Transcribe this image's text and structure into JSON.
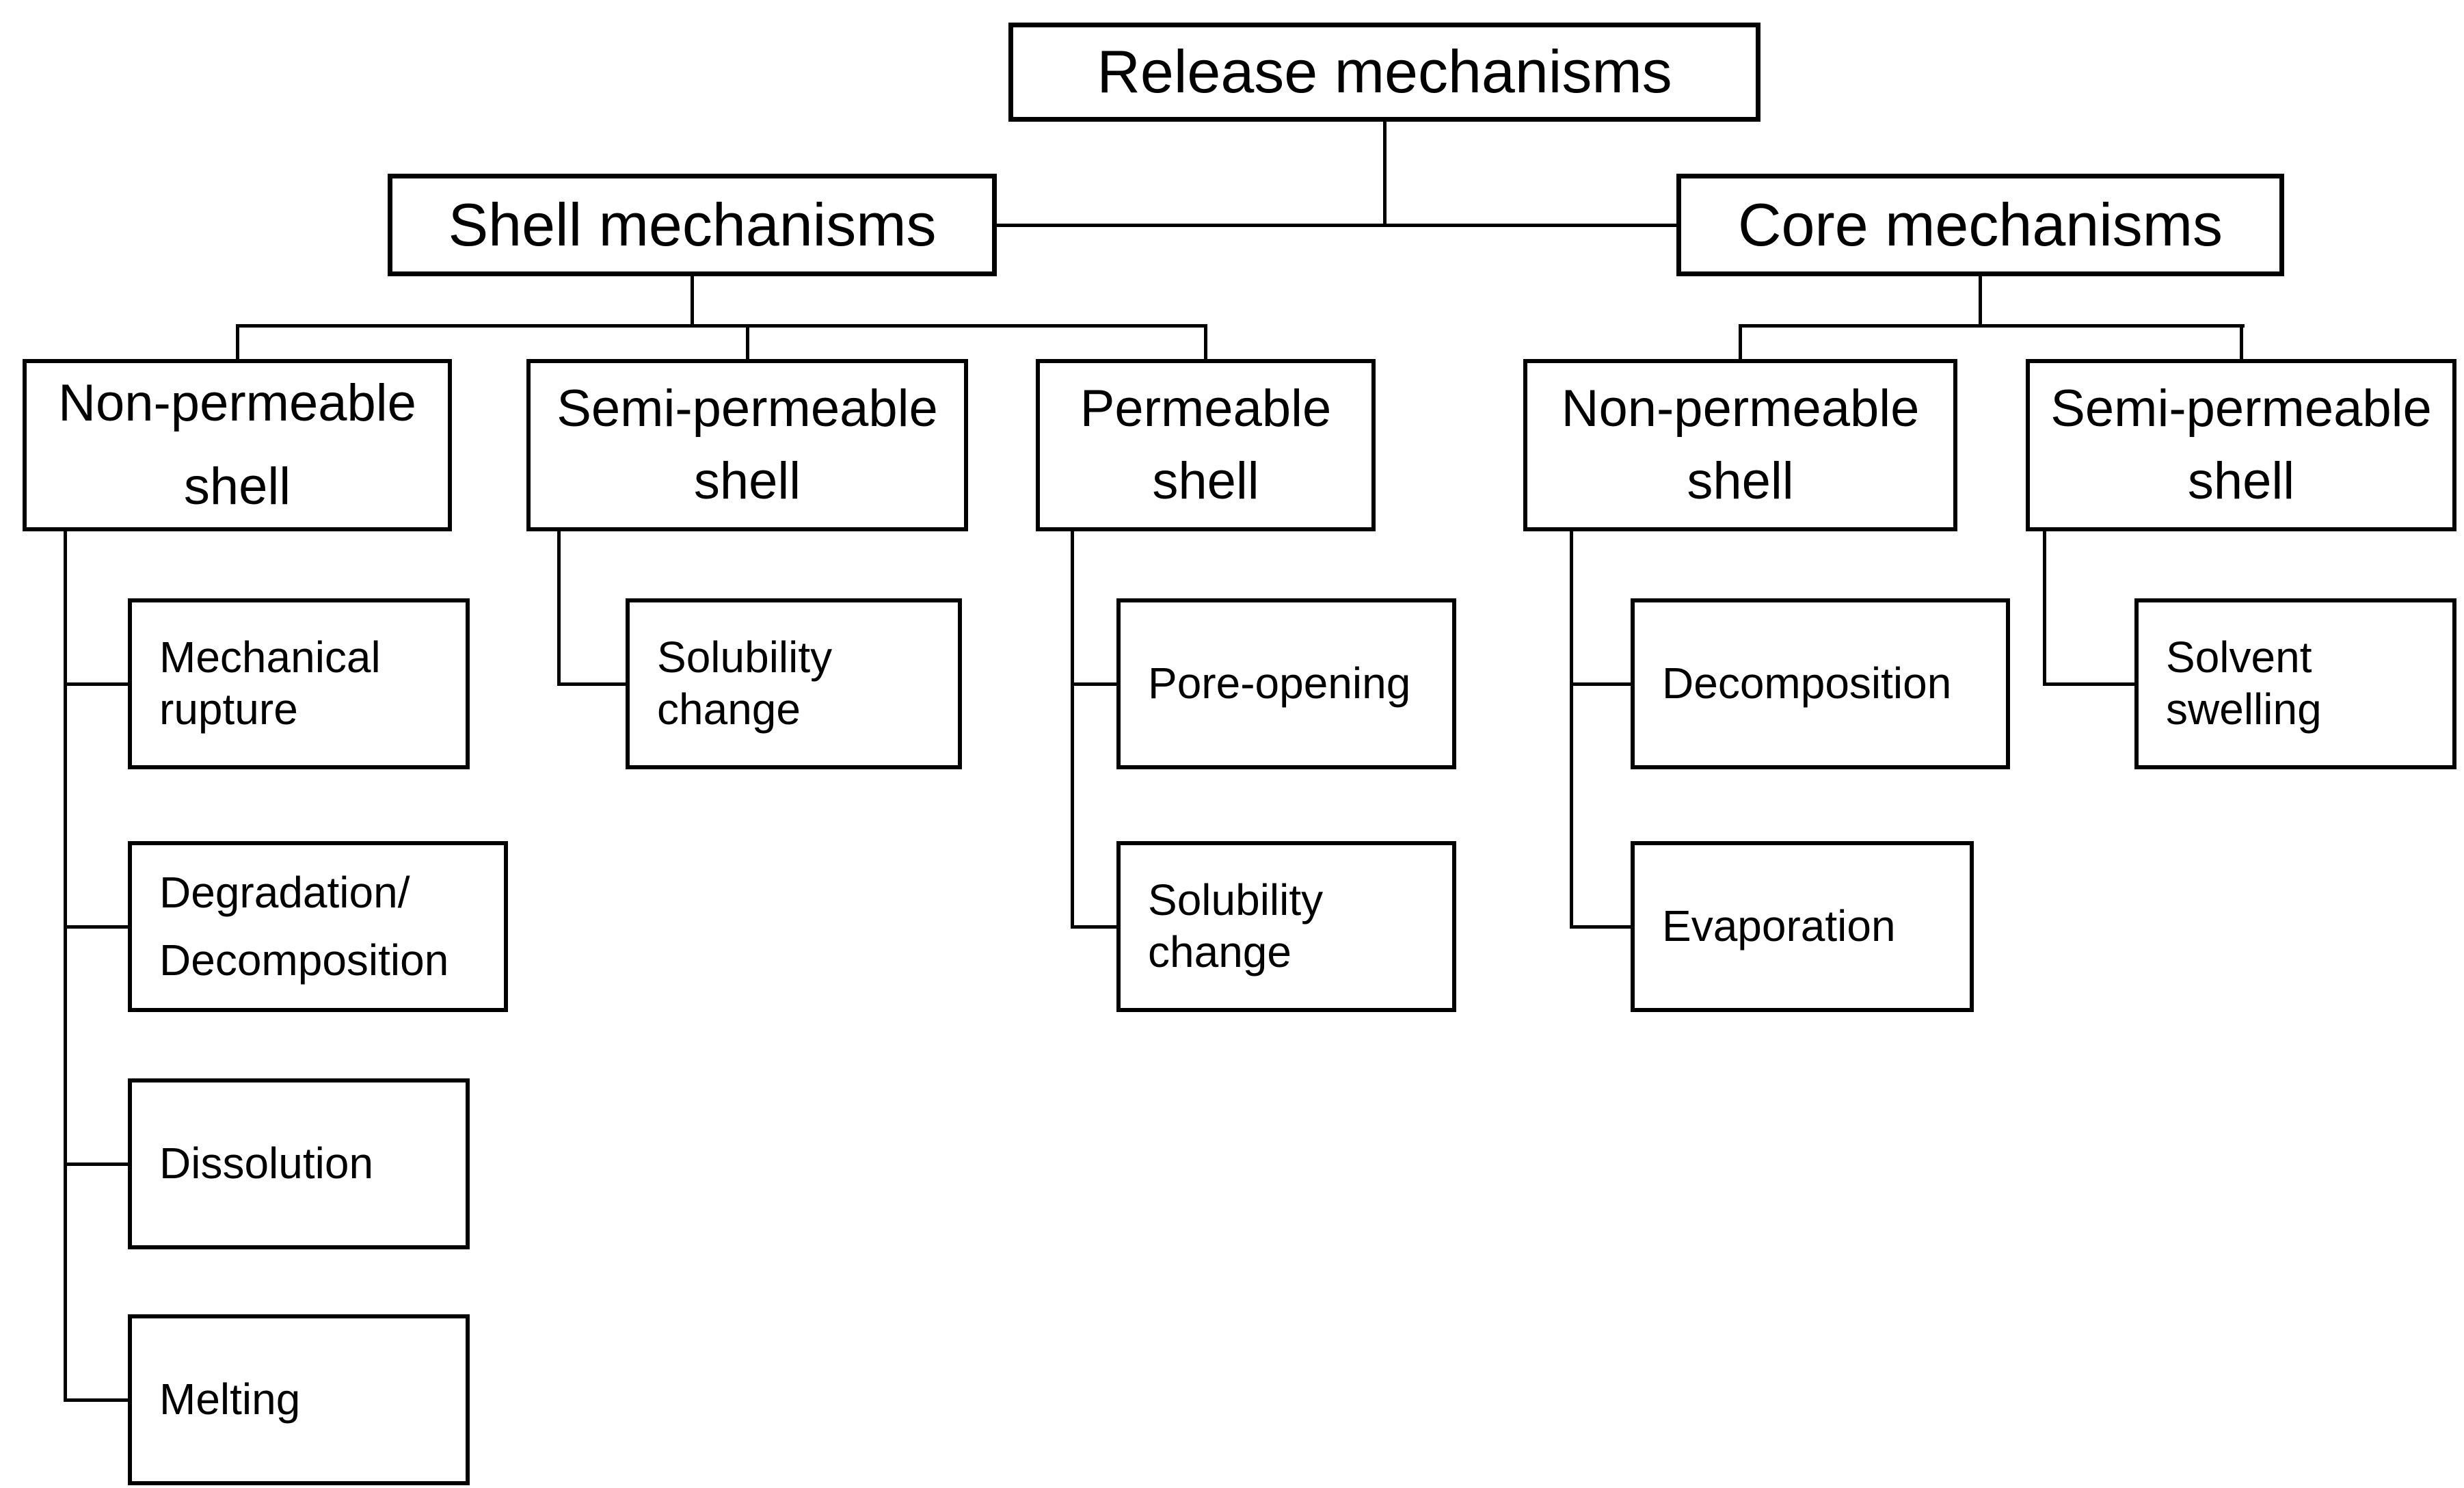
{
  "diagram": {
    "title": "Release mechanisms",
    "colors": {
      "background": "#ffffff",
      "line": "#000000",
      "text": "#000000"
    },
    "nodes": {
      "release": {
        "label": "Release mechanisms"
      },
      "shell_mech": {
        "label": "Shell mechanisms"
      },
      "core_mech": {
        "label": "Core mechanisms"
      },
      "nonperm_shell": {
        "label": "Non-permeable\nshell"
      },
      "semiperm_shell": {
        "label": "Semi-permeable\nshell"
      },
      "perm_shell": {
        "label": "Permeable\nshell"
      },
      "nonperm_core": {
        "label": "Non-permeable\nshell"
      },
      "semiperm_core": {
        "label": "Semi-permeable\nshell"
      },
      "mech_rupture": {
        "label": "Mechanical\nrupture"
      },
      "solubility_semi": {
        "label": "Solubility\nchange"
      },
      "pore_opening": {
        "label": "Pore-opening"
      },
      "decomposition": {
        "label": "Decomposition"
      },
      "solvent_swelling": {
        "label": "Solvent\nswelling"
      },
      "degradation": {
        "label": "Degradation/\nDecomposition"
      },
      "solubility_perm": {
        "label": "Solubility\nchange"
      },
      "evaporation": {
        "label": "Evaporation"
      },
      "dissolution": {
        "label": "Dissolution"
      },
      "melting": {
        "label": "Melting"
      }
    },
    "edges": [
      {
        "from": "release",
        "to": "shell_mech"
      },
      {
        "from": "release",
        "to": "core_mech"
      },
      {
        "from": "shell_mech",
        "to": "nonperm_shell"
      },
      {
        "from": "shell_mech",
        "to": "semiperm_shell"
      },
      {
        "from": "shell_mech",
        "to": "perm_shell"
      },
      {
        "from": "core_mech",
        "to": "nonperm_core"
      },
      {
        "from": "core_mech",
        "to": "semiperm_core"
      },
      {
        "from": "nonperm_shell",
        "to": "mech_rupture"
      },
      {
        "from": "nonperm_shell",
        "to": "degradation"
      },
      {
        "from": "nonperm_shell",
        "to": "dissolution"
      },
      {
        "from": "nonperm_shell",
        "to": "melting"
      },
      {
        "from": "semiperm_shell",
        "to": "solubility_semi"
      },
      {
        "from": "perm_shell",
        "to": "pore_opening"
      },
      {
        "from": "perm_shell",
        "to": "solubility_perm"
      },
      {
        "from": "nonperm_core",
        "to": "decomposition"
      },
      {
        "from": "nonperm_core",
        "to": "evaporation"
      },
      {
        "from": "semiperm_core",
        "to": "solvent_swelling"
      }
    ]
  }
}
